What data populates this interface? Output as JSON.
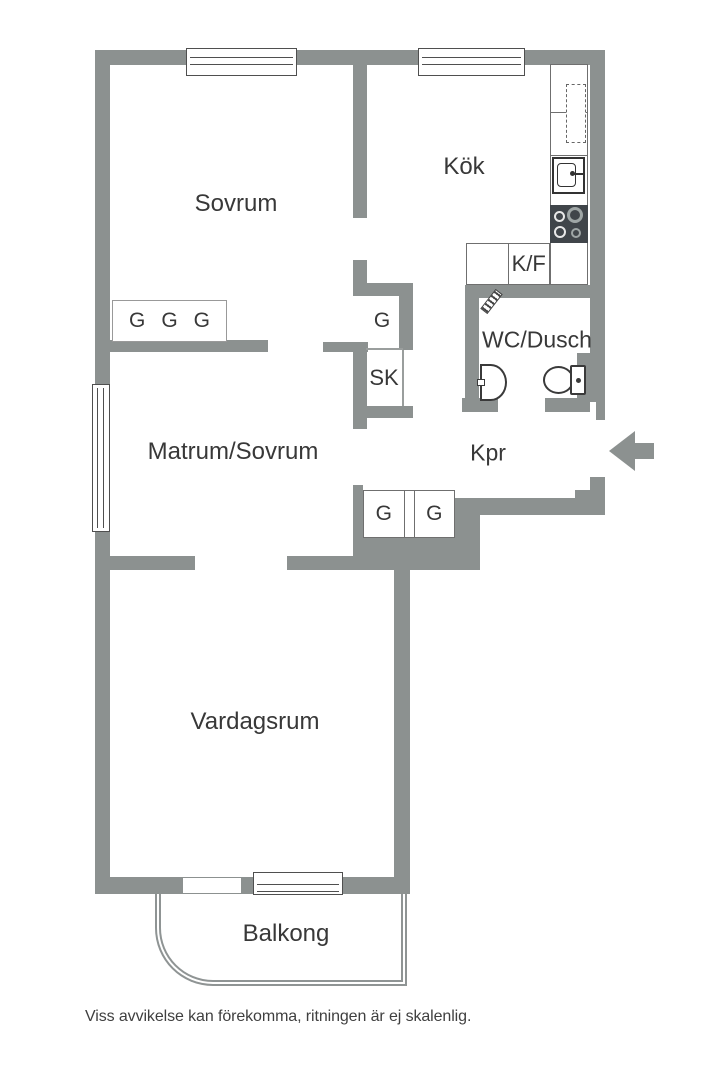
{
  "rooms": {
    "sovrum": "Sovrum",
    "kok": "Kök",
    "matrum_sovrum": "Matrum/Sovrum",
    "wc_dusch": "WC/Dusch",
    "kpr": "Kpr",
    "vardagsrum": "Vardagsrum",
    "balkong": "Balkong"
  },
  "storage": {
    "sk": "SK",
    "kf": "K/F",
    "g_hall": "G",
    "sovrum_wardrobes": [
      "G",
      "G",
      "G"
    ],
    "kpr_wardrobes": [
      "G",
      "G"
    ]
  },
  "icons": {
    "entry_arrow": "entry-direction-arrow",
    "kitchen_sink": "kitchen-sink",
    "stove": "stove-4-burners",
    "wc_sink": "washbasin",
    "toilet": "toilet",
    "wc_door": "folding-door"
  },
  "colors": {
    "wall": "#8C9190",
    "fixture_line": "#3a3a3a",
    "text": "#383838",
    "stove": "#40454A"
  },
  "footer": {
    "disclaimer": "Viss avvikelse kan förekomma, ritningen är ej skalenlig."
  }
}
